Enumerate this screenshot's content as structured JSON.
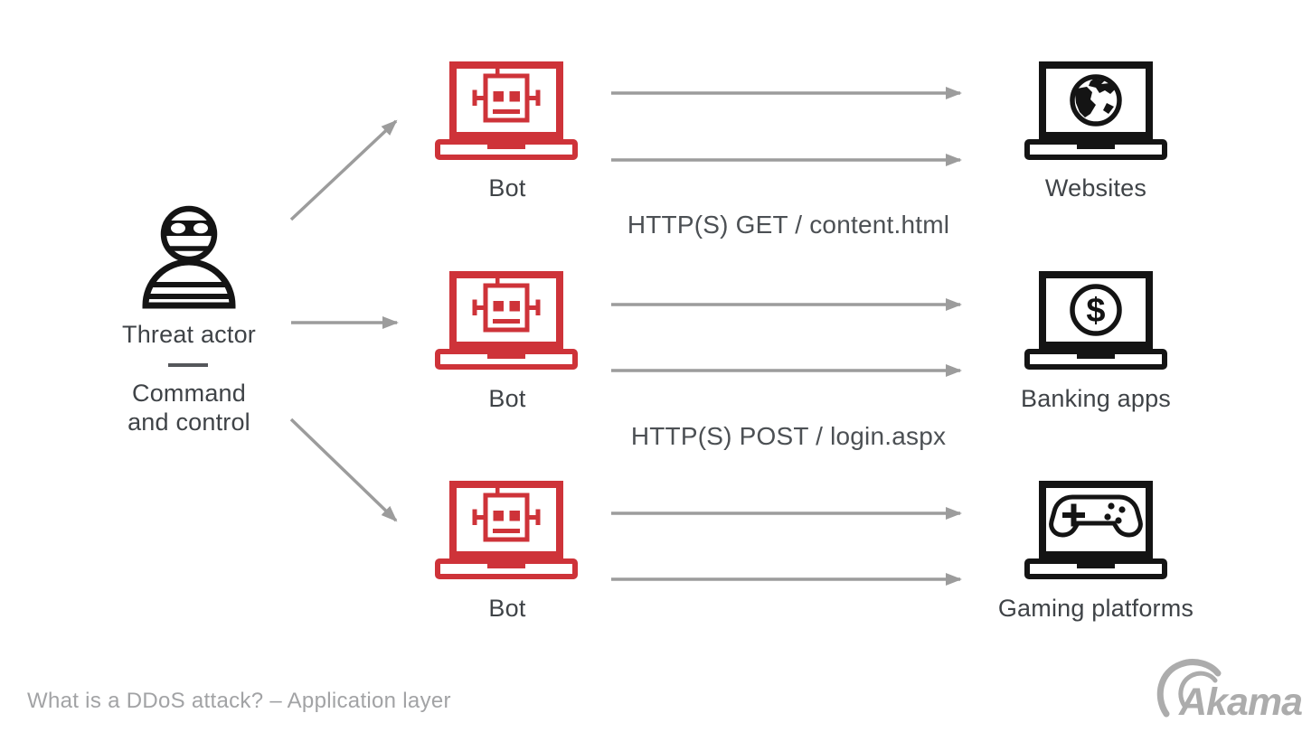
{
  "diagram": {
    "threat_actor": {
      "label": "Threat actor",
      "sublabel_line1": "Command",
      "sublabel_line2": "and control"
    },
    "bots": [
      {
        "label": "Bot"
      },
      {
        "label": "Bot"
      },
      {
        "label": "Bot"
      }
    ],
    "targets": [
      {
        "label": "Websites",
        "icon": "globe-icon"
      },
      {
        "label": "Banking apps",
        "icon": "dollar-icon"
      },
      {
        "label": "Gaming platforms",
        "icon": "gamepad-icon"
      }
    ],
    "request_labels": [
      {
        "text": "HTTP(S) GET / content.html"
      },
      {
        "text": "HTTP(S) POST / login.aspx"
      }
    ]
  },
  "icons": {
    "dollar_glyph": "$"
  },
  "footer": {
    "caption": "What is a DDoS attack? – Application layer",
    "brand": "Akamai"
  },
  "colors": {
    "bot_red": "#ce3339",
    "target_black": "#141414",
    "arrow_gray": "#9c9c9c",
    "label_dark": "#3f4347",
    "caption_gray": "#a2a3a5",
    "brand_gray": "#acacac"
  }
}
